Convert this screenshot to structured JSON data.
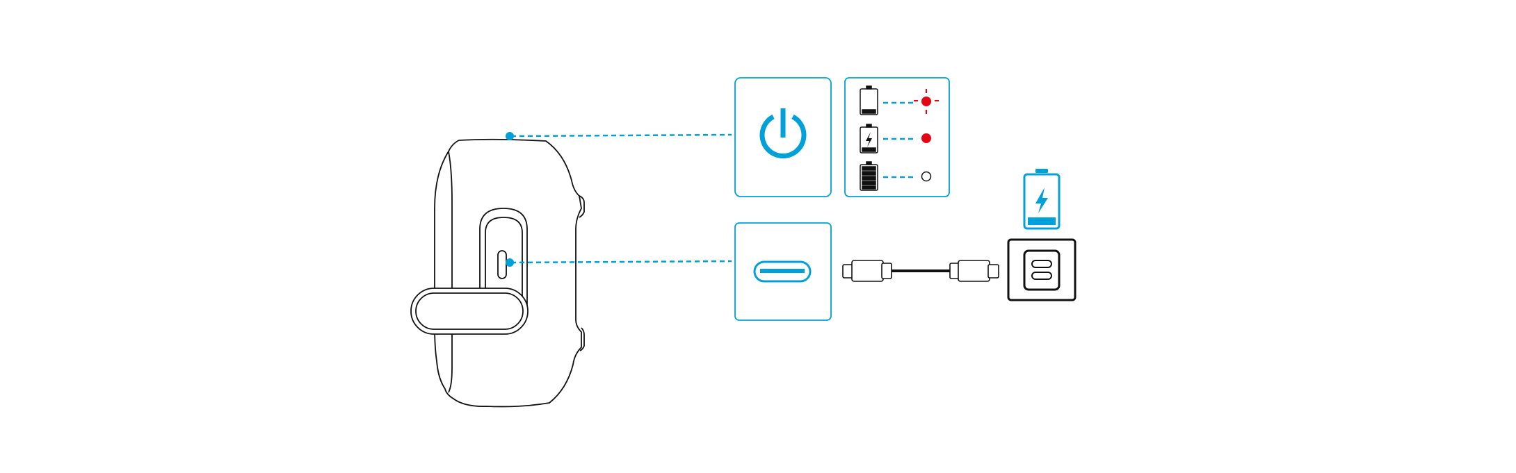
{
  "colors": {
    "accent": "#00a0d8",
    "alert": "#e30613",
    "outline": "#111111",
    "background": "#ffffff"
  },
  "icons": {
    "power": "power-icon",
    "usb_c_port": "usb-c-port-icon",
    "battery_low": "battery-low-icon",
    "battery_charging": "battery-charging-icon",
    "battery_full": "battery-full-icon",
    "charger": "usb-c-charger-icon",
    "cable": "usb-c-cable-icon"
  },
  "indicators": [
    {
      "state": "battery-low",
      "led": "red-blinking"
    },
    {
      "state": "charging",
      "led": "red-solid"
    },
    {
      "state": "full",
      "led": "off"
    }
  ]
}
